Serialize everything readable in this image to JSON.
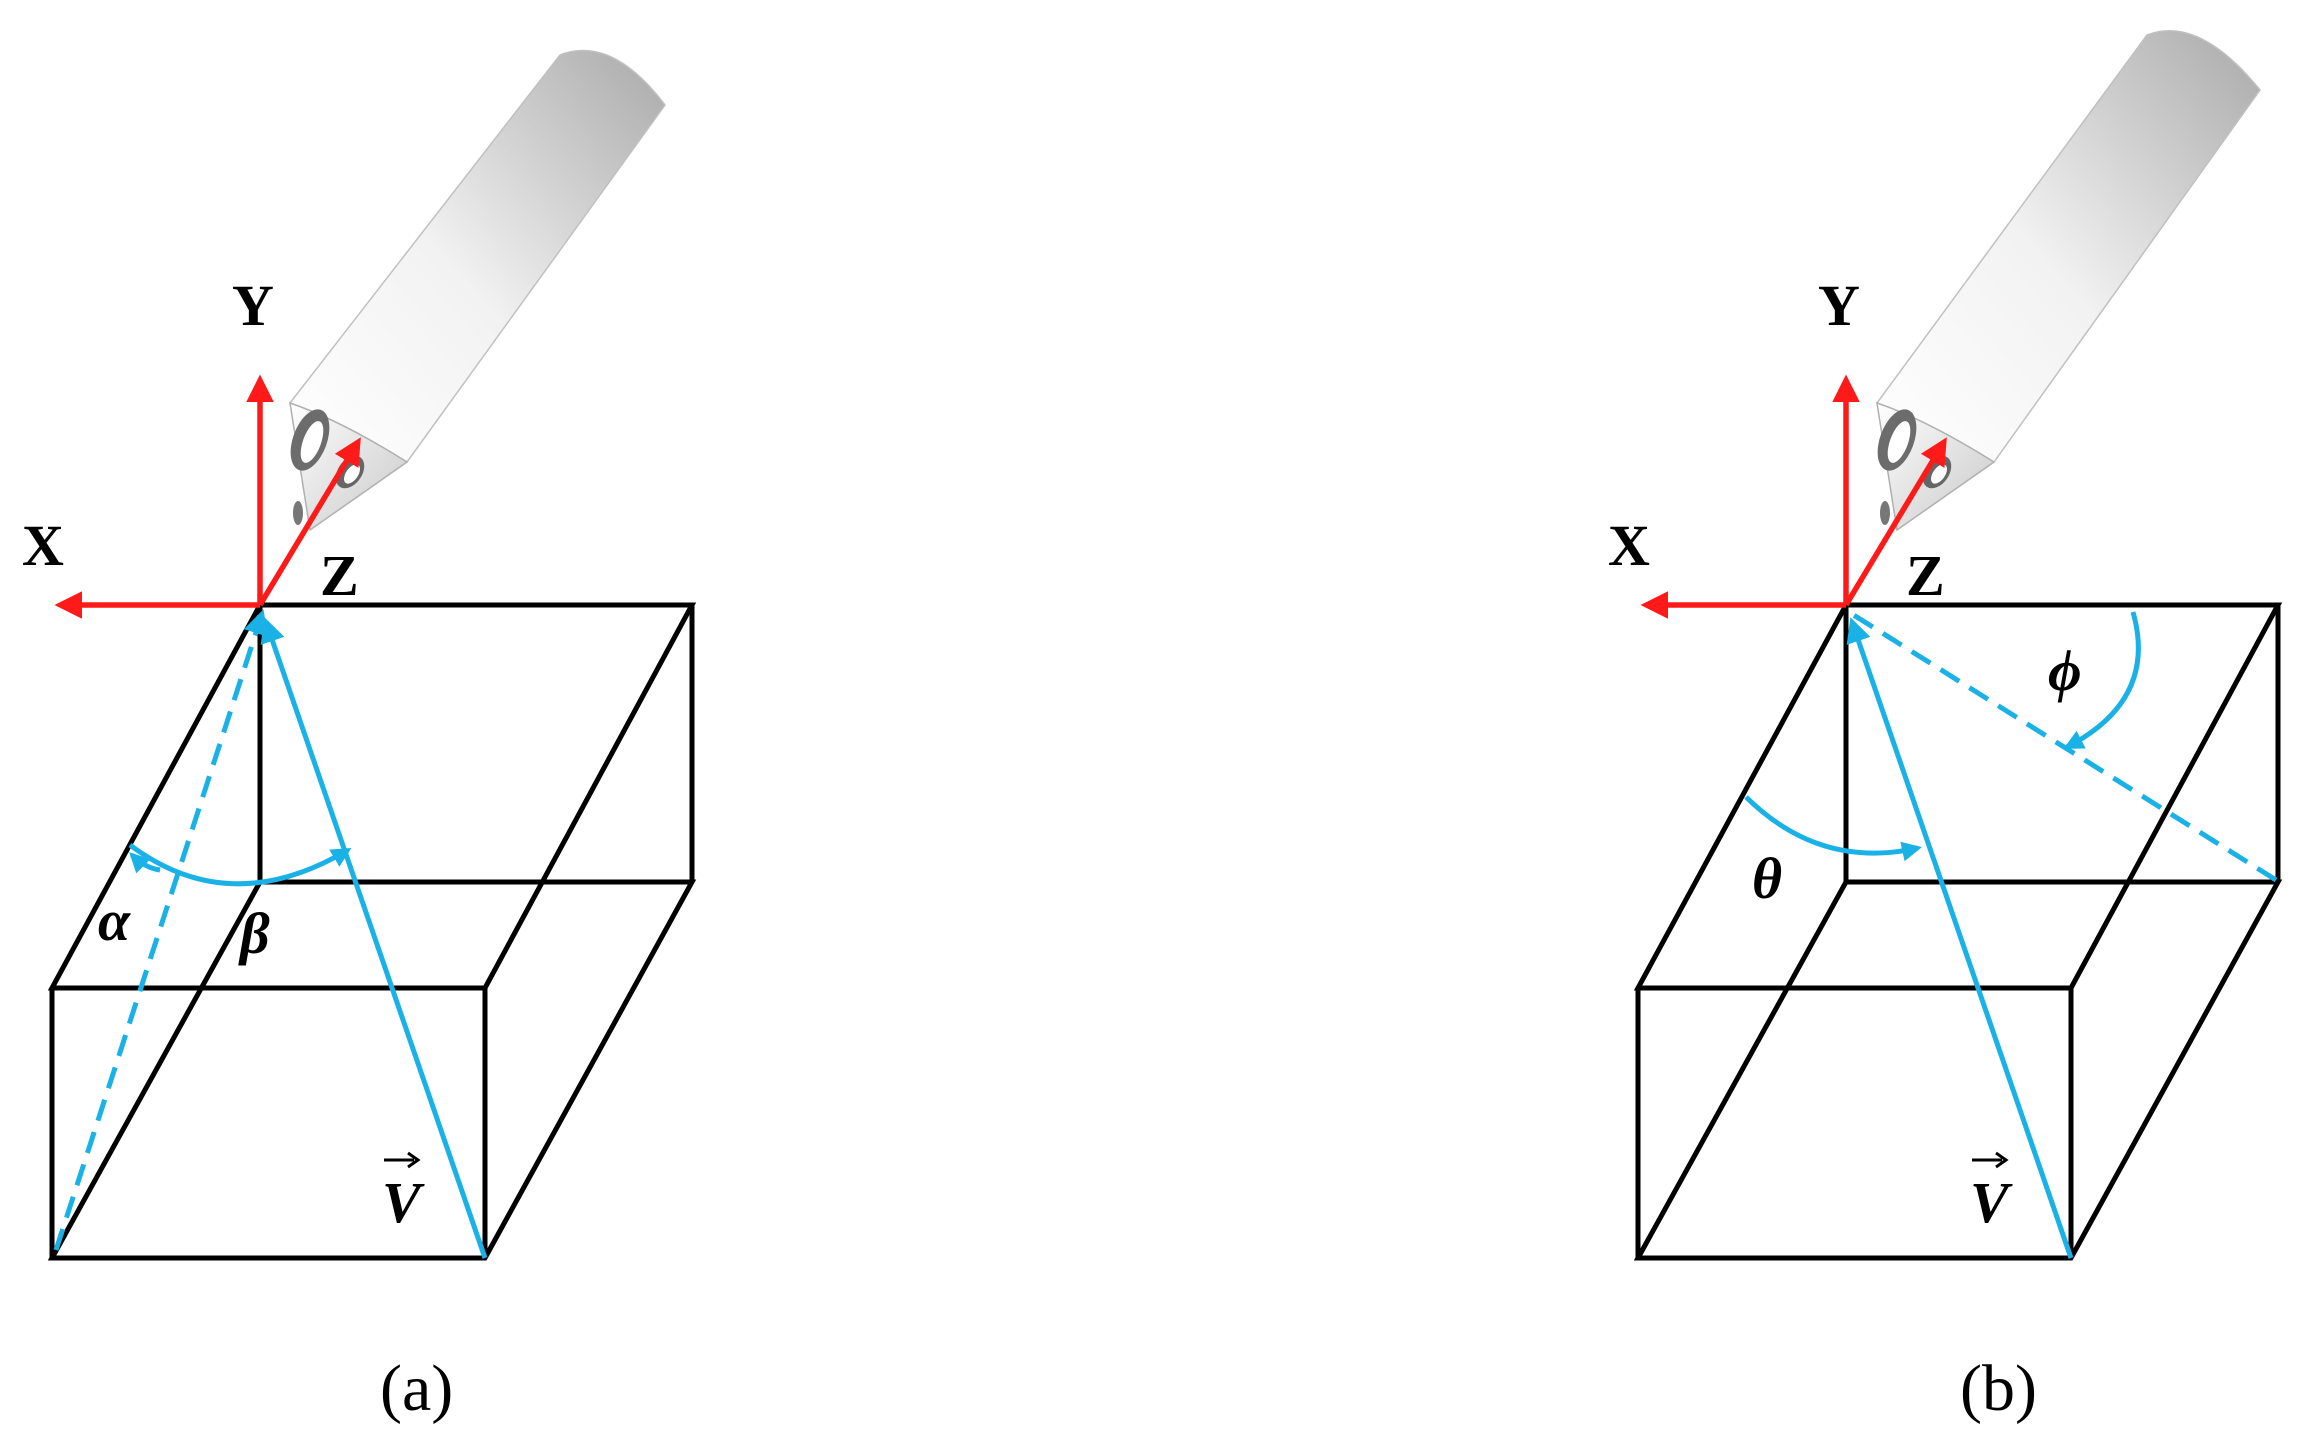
{
  "panels": [
    {
      "panel_label": "(a)",
      "axes": {
        "x": "X",
        "y": "Y",
        "z": "Z"
      },
      "vector_label": "V",
      "angles": [
        "α",
        "β"
      ]
    },
    {
      "panel_label": "(b)",
      "axes": {
        "x": "X",
        "y": "Y",
        "z": "Z"
      },
      "vector_label": "V",
      "angles": [
        "θ",
        "ϕ"
      ]
    }
  ],
  "colors": {
    "axis_arrows": "#ff1a1a",
    "vectors": "#1ab2e6",
    "box_edges": "#000000",
    "probe_body": "#e6e6e6"
  }
}
